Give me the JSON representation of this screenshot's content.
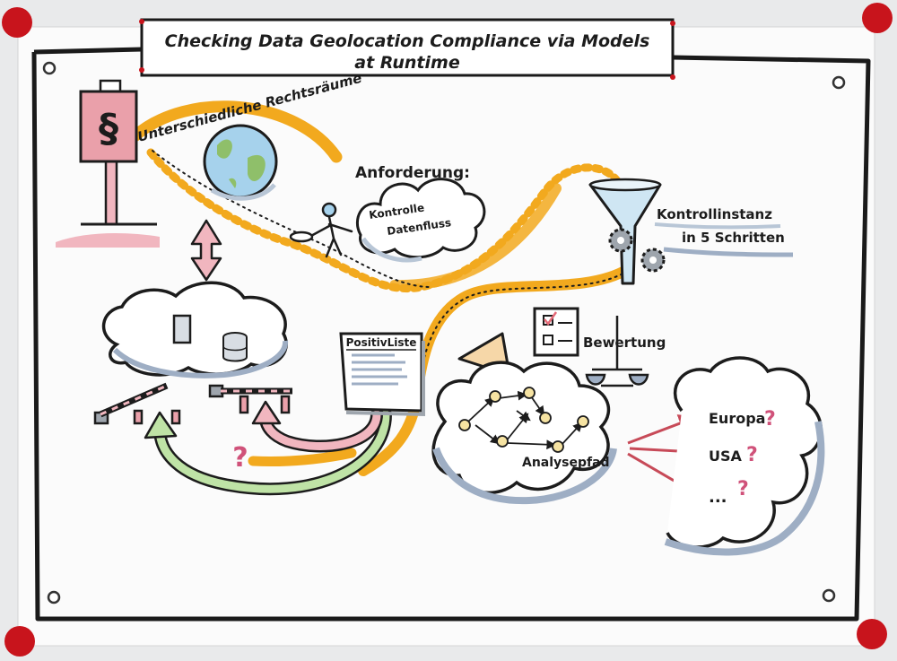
{
  "title": {
    "line1": "Checking Data Geolocation Compliance via  Models",
    "line2": "at Runtime"
  },
  "labels": {
    "legal_systems": "Unterschiedliche Rechtsräume",
    "requirement_heading": "Anforderung:",
    "requirement_line1": "Kontrolle",
    "requirement_line2": "Datenfluss",
    "control_instance_line1": "Kontrollinstanz",
    "control_instance_line2": "in 5 Schritten",
    "positive_list": "PositivListe",
    "evaluation": "Bewertung",
    "analysis_path": "Analysepfad",
    "paragraph_symbol": "§",
    "question_mark": "?"
  },
  "regions": [
    {
      "name": "Europa",
      "mark": "?"
    },
    {
      "name": "USA",
      "mark": "?"
    },
    {
      "name": "...",
      "mark": "?"
    }
  ],
  "colors": {
    "data_stream": "#f2a91e",
    "cloud_shadow": "#9eaec4",
    "sign_pink": "#eaa0aa",
    "arrow_red": "#e56a78",
    "arrow_green": "#bfe3a6",
    "ink": "#1c1c1c",
    "magnet": "#c8141c",
    "globe_blue": "#a6d2ec",
    "globe_green": "#8fbf6a"
  }
}
